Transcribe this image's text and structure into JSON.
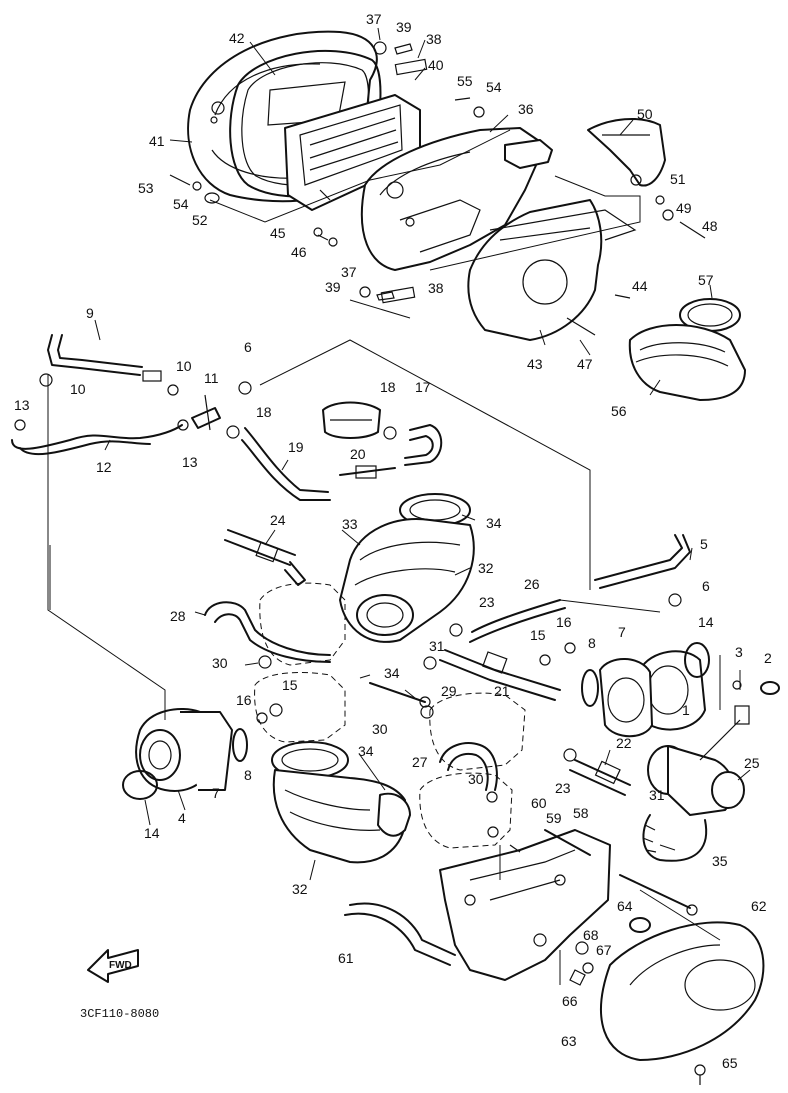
{
  "diagram": {
    "code": "3CF110-8080",
    "direction_label": "FWD",
    "labels": {
      "1": "1",
      "2": "2",
      "3": "3",
      "4": "4",
      "5": "5",
      "6": "6",
      "7": "7",
      "8": "8",
      "9": "9",
      "10": "10",
      "11": "11",
      "12": "12",
      "13": "13",
      "14": "14",
      "15": "15",
      "16": "16",
      "17": "17",
      "18": "18",
      "19": "19",
      "20": "20",
      "21": "21",
      "22": "22",
      "23": "23",
      "24": "24",
      "25": "25",
      "26": "26",
      "27": "27",
      "28": "28",
      "29": "29",
      "30": "30",
      "31": "31",
      "32": "32",
      "33": "33",
      "34": "34",
      "35": "35",
      "36": "36",
      "37": "37",
      "38": "38",
      "39": "39",
      "40": "40",
      "41": "41",
      "42": "42",
      "43": "43",
      "44": "44",
      "45": "45",
      "46": "46",
      "47": "47",
      "48": "48",
      "49": "49",
      "50": "50",
      "51": "51",
      "52": "52",
      "53": "53",
      "54": "54",
      "55": "55",
      "56": "56",
      "57": "57",
      "58": "58",
      "59": "59",
      "60": "60",
      "61": "61",
      "62": "62",
      "63": "63",
      "64": "64",
      "65": "65",
      "66": "66",
      "67": "67",
      "68": "68"
    }
  }
}
